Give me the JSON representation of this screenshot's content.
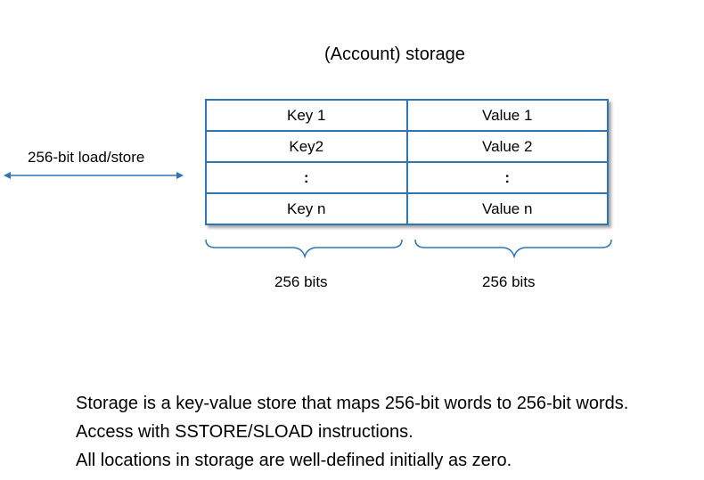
{
  "title": "(Account) storage",
  "side_label": "256-bit load/store",
  "table": {
    "rows": [
      {
        "key": "Key 1",
        "value": "Value 1"
      },
      {
        "key": "Key2",
        "value": "Value 2"
      },
      {
        "key": ":",
        "value": ":"
      },
      {
        "key": "Key n",
        "value": "Value n"
      }
    ]
  },
  "key_width_label": "256 bits",
  "value_width_label": "256 bits",
  "notes": [
    "Storage is a key-value store that maps 256-bit words to 256-bit words.",
    "Access with SSTORE/SLOAD instructions.",
    "All locations in storage are well-defined initially as zero."
  ],
  "colors": {
    "accent": "#2e75b6"
  }
}
